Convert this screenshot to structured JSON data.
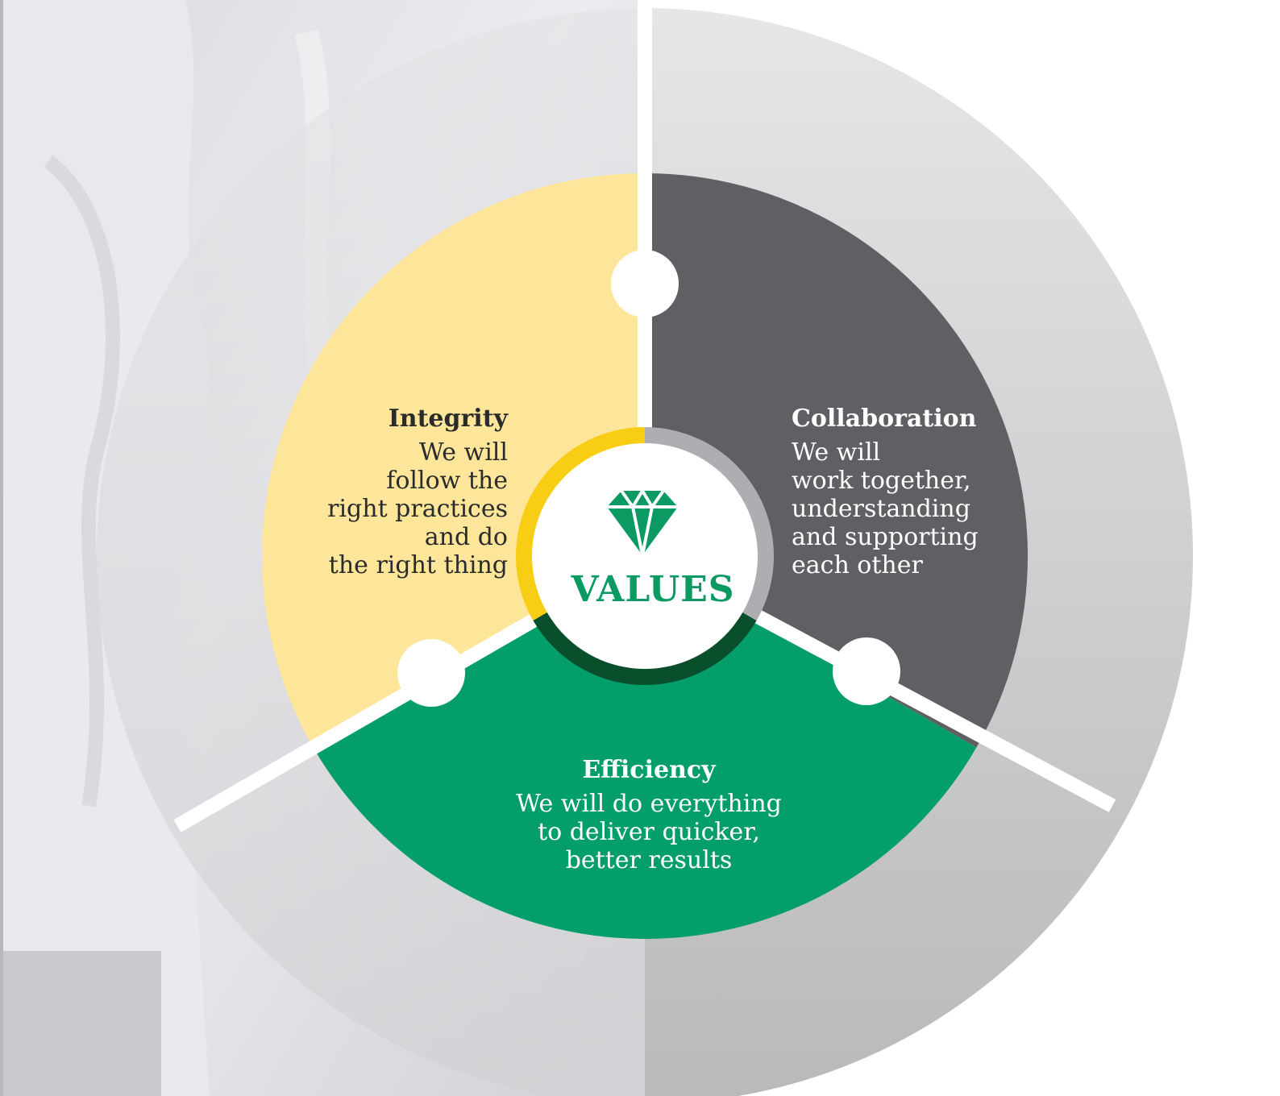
{
  "center": {
    "title": "VALUES",
    "icon": "diamond-icon"
  },
  "values": [
    {
      "id": "integrity",
      "title": "Integrity",
      "body": "We will\nfollow the\nright practices\nand do\nthe right thing",
      "color": "#fde59a"
    },
    {
      "id": "collaboration",
      "title": "Collaboration",
      "body": "We will\nwork together,\nunderstanding\nand supporting\neach other",
      "color": "#5f6063"
    },
    {
      "id": "efficiency",
      "title": "Efficiency",
      "body": "We will do everything\nto deliver quicker,\nbetter results",
      "color": "#039e6a"
    }
  ],
  "colors": {
    "green": "#039e6a",
    "dark_green": "#0a4f2c",
    "yellow_ring": "#f7ce14",
    "gray_ring": "#aeaeb2",
    "outer_ring": "#c8c8ca"
  }
}
